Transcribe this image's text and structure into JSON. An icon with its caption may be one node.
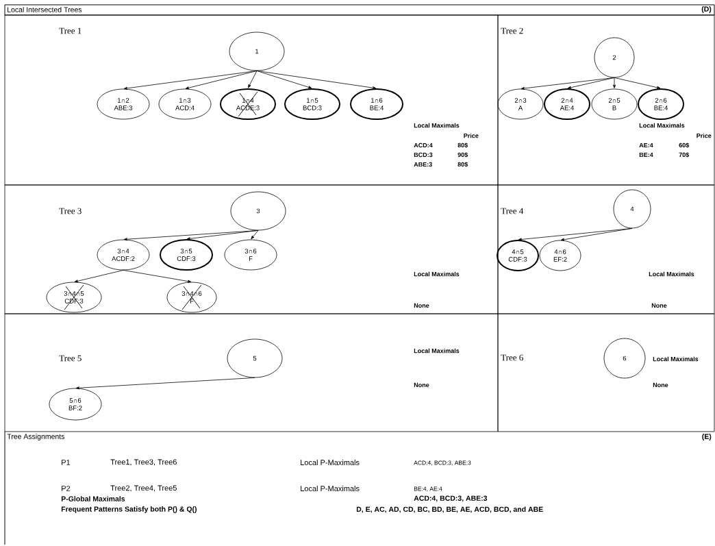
{
  "diagram": {
    "nodes": [
      {
        "text": [
          "Tree 1",
          "Local Maximals",
          "Price",
          "ACD:4",
          "80$",
          "BCD:3",
          "90$",
          "ABE:3",
          "80$"
        ]
      },
      {
        "text": [
          "1"
        ],
        "in": 0
      },
      {
        "text": [
          "1∩2",
          "ABE:3"
        ],
        "in": 0
      },
      {
        "text": [
          "1∩3",
          "ACD:4"
        ],
        "in": 0
      },
      {
        "text": [
          "1∩4",
          "ACDE:3"
        ],
        "in": 0
      },
      {
        "text": [
          "1∩5",
          "BCD:3"
        ],
        "in": 0
      },
      {
        "text": [
          "1∩6",
          "BE:4"
        ],
        "in": 0
      },
      {
        "text": [
          "Tree 2",
          "Local Maximals",
          "Price",
          "AE:4",
          "60$",
          "BE:4",
          "70$"
        ]
      },
      {
        "text": [
          "2"
        ],
        "in": 7
      },
      {
        "text": [
          "2∩3",
          "A"
        ],
        "in": 7
      },
      {
        "text": [
          "2∩4",
          "AE:4"
        ],
        "in": 7
      },
      {
        "text": [
          "2∩5",
          "B"
        ],
        "in": 7
      },
      {
        "text": [
          "2∩6",
          "BE:4"
        ],
        "in": 7
      },
      {
        "text": [
          "Tree 3",
          "Local Maximals",
          "None"
        ]
      },
      {
        "text": [
          "3"
        ],
        "in": 13
      },
      {
        "text": [
          "3∩4",
          "ACDF:2"
        ],
        "in": 13
      },
      {
        "text": [
          "3∩5",
          "CDF:3"
        ],
        "in": 13
      },
      {
        "text": [
          "3∩6",
          "F"
        ],
        "in": 13
      },
      {
        "text": [
          "3∩4∩5",
          "CDF:3"
        ],
        "in": 13
      },
      {
        "text": [
          "3∩4∩6",
          "F"
        ],
        "in": 13
      },
      {
        "text": [
          "Tree 4",
          "Local Maximals",
          "None"
        ]
      },
      {
        "text": [
          "4"
        ],
        "in": 20
      },
      {
        "text": [
          "4∩5",
          "CDF:3"
        ],
        "in": 20
      },
      {
        "text": [
          "4∩6",
          "EF:2"
        ],
        "in": 20
      },
      {
        "text": [
          "Tree 5",
          "Local Maximals",
          "None"
        ]
      },
      {
        "text": [
          "5"
        ],
        "in": 24
      },
      {
        "text": [
          "5∩6",
          "BF:2"
        ],
        "in": 24
      },
      {
        "text": [
          "Tree 6",
          "Local Maximals",
          "None"
        ]
      },
      {
        "text": [
          "6"
        ],
        "in": 27
      }
    ],
    "edges": [
      {
        "from": 1,
        "to": 2,
        "arrow": "to"
      },
      {
        "from": 1,
        "to": 3,
        "arrow": "to"
      },
      {
        "from": 1,
        "to": 4,
        "arrow": "to"
      },
      {
        "from": 1,
        "to": 5,
        "arrow": "to"
      },
      {
        "from": 1,
        "to": 6,
        "arrow": "to"
      },
      {
        "from": 8,
        "to": 9,
        "arrow": "to"
      },
      {
        "from": 8,
        "to": 10,
        "arrow": "to"
      },
      {
        "from": 8,
        "to": 11,
        "arrow": "to"
      },
      {
        "from": 8,
        "to": 12,
        "arrow": "to"
      },
      {
        "from": 14,
        "to": 15,
        "arrow": "to"
      },
      {
        "from": 14,
        "to": 16,
        "arrow": "to"
      },
      {
        "from": 14,
        "to": 17,
        "arrow": "to"
      },
      {
        "from": 15,
        "to": 18,
        "arrow": "to"
      },
      {
        "from": 15,
        "to": 19,
        "arrow": "to"
      },
      {
        "from": 21,
        "to": 22,
        "arrow": "to"
      },
      {
        "from": 21,
        "to": 23,
        "arrow": "to"
      },
      {
        "from": 25,
        "to": 26,
        "arrow": "to"
      }
    ],
    "labels": [
      "Local Intersected Trees",
      "(D)",
      "Tree Assignments",
      "(E)",
      "P1",
      "Tree1, Tree3, Tree6",
      "Local P-Maximals",
      "ACD:4, BCD:3, ABE:3",
      "P2",
      "Tree2, Tree4, Tree5",
      "Local P-Maximals",
      "BE:4, AE:4",
      "P-Global Maximals",
      "ACD:4, BCD:3, ABE:3",
      "Frequent Patterns Satisfy both P() & Q()",
      "D, E, AC, AD, CD, BC, BD, BE, AE, ACD, BCD, and ABE"
    ]
  }
}
